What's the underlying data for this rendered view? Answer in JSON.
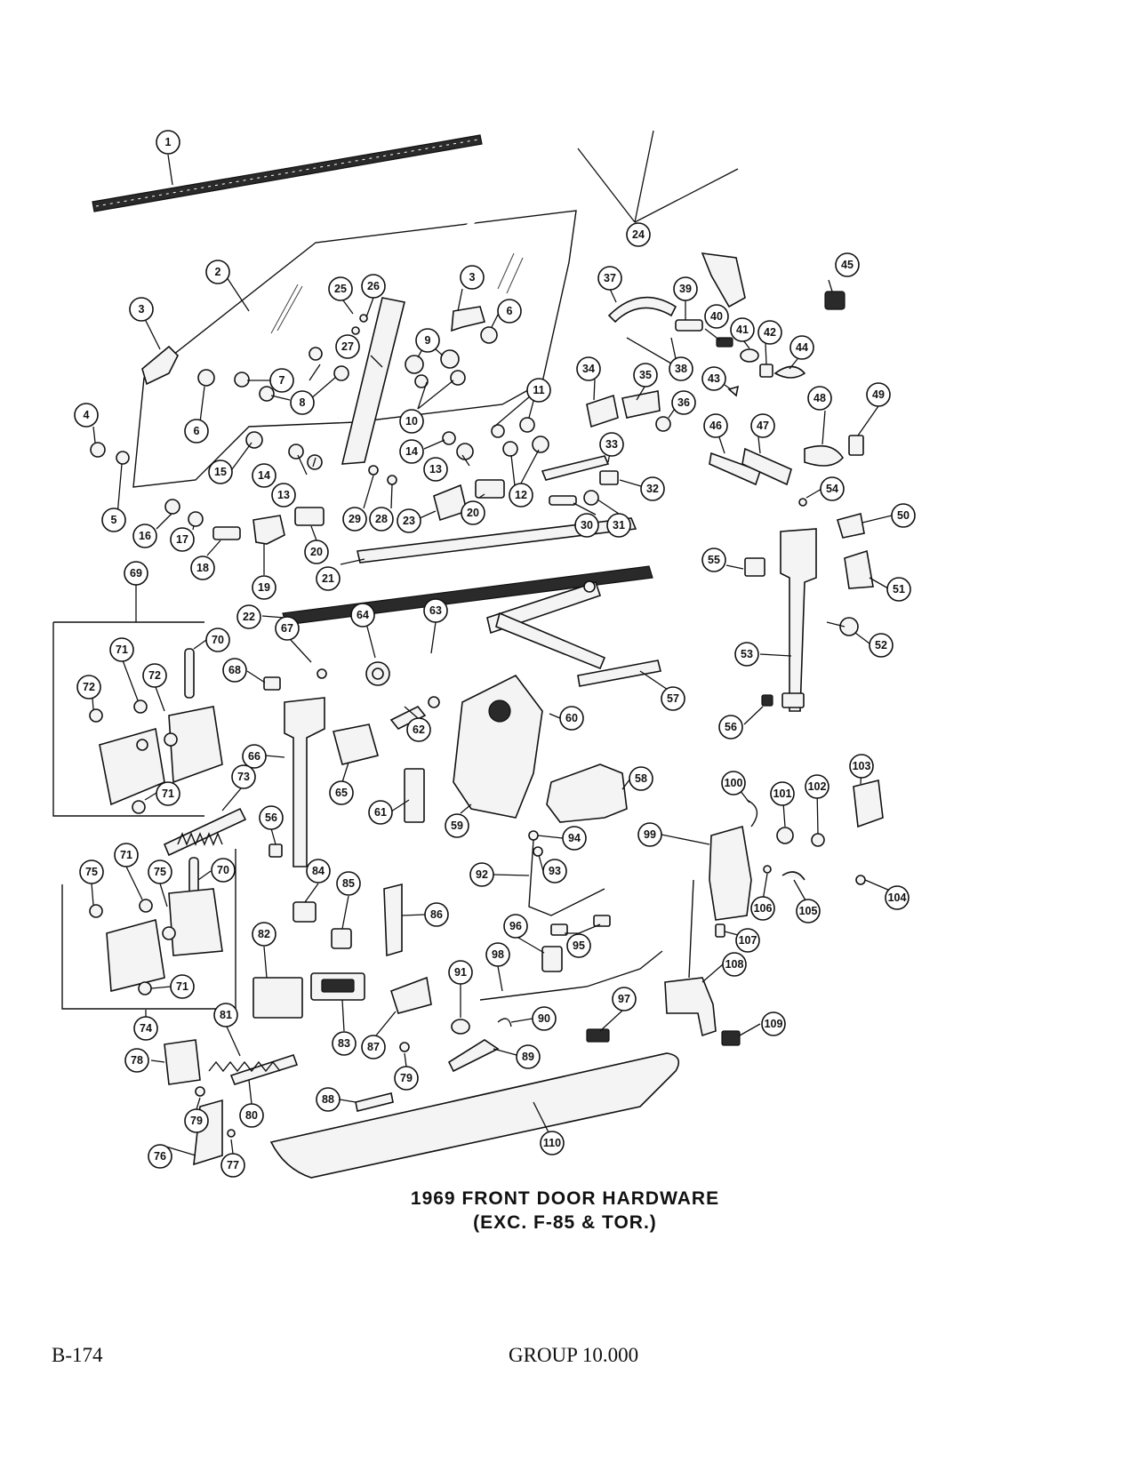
{
  "title": {
    "line1": "1969 FRONT DOOR HARDWARE",
    "line2": "(EXC. F-85 & TOR.)"
  },
  "footer": {
    "page": "B-174",
    "group": "GROUP 10.000"
  },
  "callouts": [
    "1",
    "2",
    "3",
    "3",
    "4",
    "5",
    "6",
    "6",
    "7",
    "8",
    "9",
    "10",
    "11",
    "12",
    "13",
    "13",
    "14",
    "14",
    "15",
    "16",
    "17",
    "18",
    "19",
    "20",
    "20",
    "21",
    "22",
    "23",
    "24",
    "25",
    "26",
    "27",
    "28",
    "29",
    "30",
    "31",
    "32",
    "33",
    "34",
    "35",
    "36",
    "37",
    "38",
    "39",
    "40",
    "41",
    "42",
    "43",
    "44",
    "45",
    "46",
    "47",
    "48",
    "49",
    "50",
    "51",
    "52",
    "53",
    "54",
    "55",
    "56",
    "56",
    "57",
    "58",
    "59",
    "60",
    "61",
    "62",
    "63",
    "64",
    "65",
    "66",
    "67",
    "68",
    "69",
    "70",
    "70",
    "71",
    "71",
    "71",
    "71",
    "72",
    "72",
    "73",
    "74",
    "75",
    "75",
    "76",
    "77",
    "78",
    "79",
    "79",
    "80",
    "81",
    "82",
    "83",
    "84",
    "85",
    "86",
    "87",
    "88",
    "89",
    "90",
    "91",
    "92",
    "93",
    "94",
    "95",
    "96",
    "97",
    "98",
    "99",
    "100",
    "101",
    "102",
    "103",
    "104",
    "105",
    "106",
    "107",
    "108",
    "109",
    "110"
  ]
}
